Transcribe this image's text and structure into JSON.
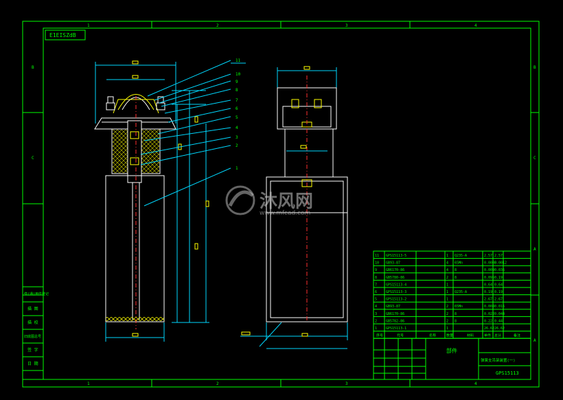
{
  "drawing": {
    "stamp": "E1EISZdB",
    "border_top_numbers": [
      "1",
      "2",
      "3",
      "4"
    ],
    "border_bottom_numbers": [
      "1",
      "2",
      "3",
      "4"
    ],
    "border_left_letters": [
      "B",
      "C",
      "A"
    ],
    "border_right_letters": [
      "B",
      "C",
      "A"
    ],
    "watermark_cn": "沐风网",
    "watermark_url": "www.mfcad.com",
    "side_labels": [
      "借(通)用件登记",
      "描 图",
      "描 校",
      "旧底图总号",
      "签 字",
      "日 期"
    ]
  },
  "front_view": {
    "callouts": [
      "11",
      "10",
      "9",
      "8",
      "7",
      "6",
      "5",
      "4",
      "3",
      "2",
      "1"
    ]
  },
  "bom": {
    "rows": [
      {
        "no": "11",
        "code": "GPS15113-5",
        "qty": "1",
        "mat": "Q235-A",
        "w1": "2.57",
        "w2": "2.57"
      },
      {
        "no": "10",
        "code": "GB93-87",
        "qty": "4",
        "mat": "65Mn",
        "w1": "0.0003",
        "w2": "0.0012"
      },
      {
        "no": "9",
        "code": "GB6170-86",
        "qty": "4",
        "mat": "8",
        "w1": "0.009",
        "w2": "0.036"
      },
      {
        "no": "8",
        "code": "GB5780-86",
        "qty": "2",
        "mat": "8",
        "w1": "0.095",
        "w2": "0.19"
      },
      {
        "no": "7",
        "code": "GPS15113-4",
        "qty": "1",
        "mat": "",
        "w1": "0.64",
        "w2": "0.64"
      },
      {
        "no": "6",
        "code": "GPS15113-3",
        "qty": "1",
        "mat": "Q235-A",
        "w1": "0.19",
        "w2": "0.19"
      },
      {
        "no": "5",
        "code": "GPS15113-2",
        "qty": "1",
        "mat": "",
        "w1": "2.67",
        "w2": "2.67"
      },
      {
        "no": "4",
        "code": "GB93-87",
        "qty": "2",
        "mat": "65Mn",
        "w1": "0.008",
        "w2": "0.016"
      },
      {
        "no": "3",
        "code": "GB6170-86",
        "qty": "2",
        "mat": "8",
        "w1": "0.022",
        "w2": "0.044"
      },
      {
        "no": "2",
        "code": "GB5782-86",
        "qty": "2",
        "mat": "8",
        "w1": "0.22",
        "w2": "0.44"
      },
      {
        "no": "1",
        "code": "GPS15113-1",
        "qty": "1",
        "mat": "",
        "w1": "26.62",
        "w2": "26.62"
      }
    ],
    "header": [
      "序号",
      "代号",
      "名称",
      "数量",
      "材料",
      "单件",
      "总计",
      "备注"
    ]
  },
  "title_block": {
    "assembly_label": "部件",
    "name": "弹簧支吊架装置(一)",
    "code": "GPS15113"
  }
}
